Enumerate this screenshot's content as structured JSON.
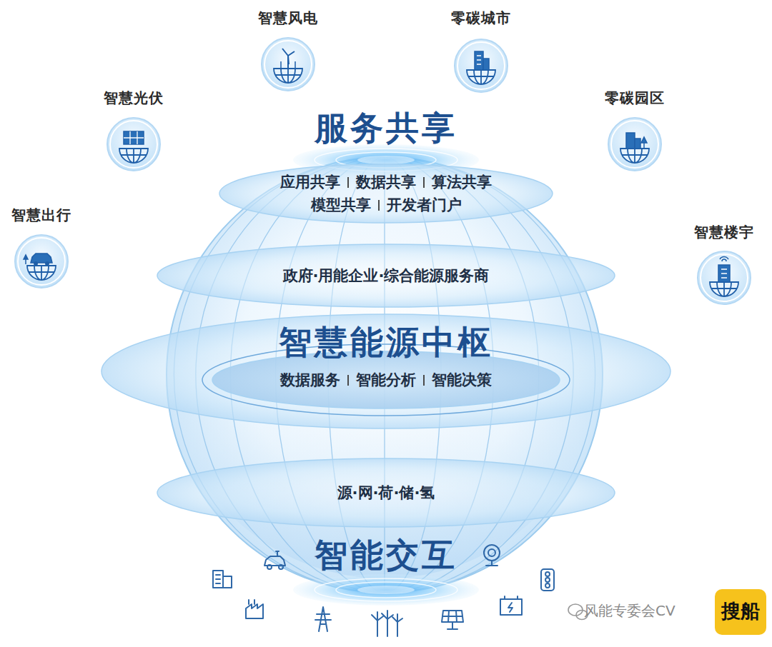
{
  "diagram": {
    "nodes": [
      {
        "text": [
          "智慧风电"
        ]
      },
      {
        "text": [
          "零碳城市"
        ]
      },
      {
        "text": [
          "智慧光伏"
        ]
      },
      {
        "text": [
          "零碳园区"
        ]
      },
      {
        "text": [
          "智慧出行"
        ]
      },
      {
        "text": [
          "智慧楼宇"
        ]
      },
      {
        "text": [
          "服务共享"
        ]
      },
      {
        "text": [
          "应用共享",
          "数据共享",
          "算法共享",
          "模型共享",
          "开发者门户"
        ]
      },
      {
        "text": [
          "政府·用能企业·综合能源服务商"
        ]
      },
      {
        "text": [
          "智慧能源中枢"
        ]
      },
      {
        "text": [
          "数据服务",
          "智能分析",
          "智能决策"
        ],
        "in": 9
      },
      {
        "text": [
          "源·网·荷·储·氢"
        ]
      },
      {
        "text": [
          "智能交互"
        ]
      }
    ],
    "labels": [
      "风能专委会CV",
      "搜船"
    ]
  }
}
